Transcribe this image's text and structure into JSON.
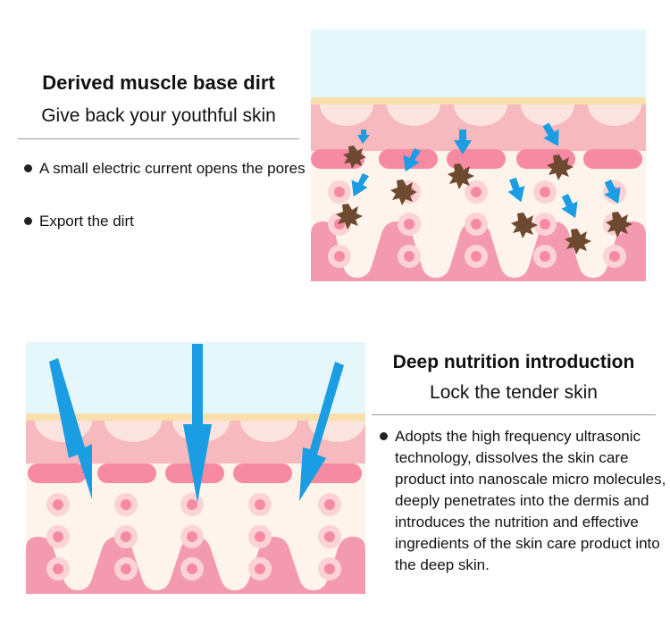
{
  "section1": {
    "title": "Derived muscle base dirt",
    "subtitle": "Give back your youthful skin",
    "bullets": [
      "A small electric current opens the pores",
      "Export the dirt"
    ]
  },
  "section2": {
    "title": "Deep nutrition introduction",
    "subtitle": "Lock the tender skin",
    "bullets": [
      "Adopts the high frequency ultrasonic technology, dissolves the skin care product into nanoscale micro molecules, deeply penetrates into the dermis and introduces the nutrition and effective ingredients of the skin care product into the deep skin."
    ]
  },
  "colors": {
    "sky": "#e6f7fb",
    "skin_band": "#f6b9bd",
    "dermis": "#fff4ec",
    "cell": "#f78aa3",
    "arrow": "#1a9de3",
    "dirt": "#6d4a2f"
  }
}
